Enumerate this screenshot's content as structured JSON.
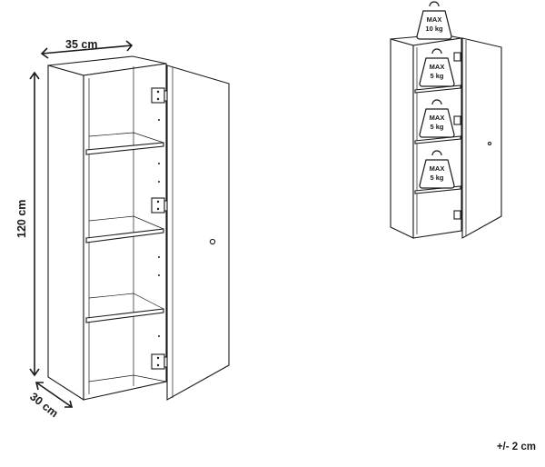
{
  "dimensions": {
    "width": "35 cm",
    "height": "120 cm",
    "depth": "30 cm"
  },
  "tolerance": "+/- 2 cm",
  "load_limits": [
    {
      "line1": "MAX",
      "line2": "10 kg"
    },
    {
      "line1": "MAX",
      "line2": "5 kg"
    },
    {
      "line1": "MAX",
      "line2": "5 kg"
    },
    {
      "line1": "MAX",
      "line2": "5 kg"
    }
  ],
  "colors": {
    "line": "#1a1a1a",
    "background": "#ffffff",
    "weight_fill": "#ffffff"
  }
}
